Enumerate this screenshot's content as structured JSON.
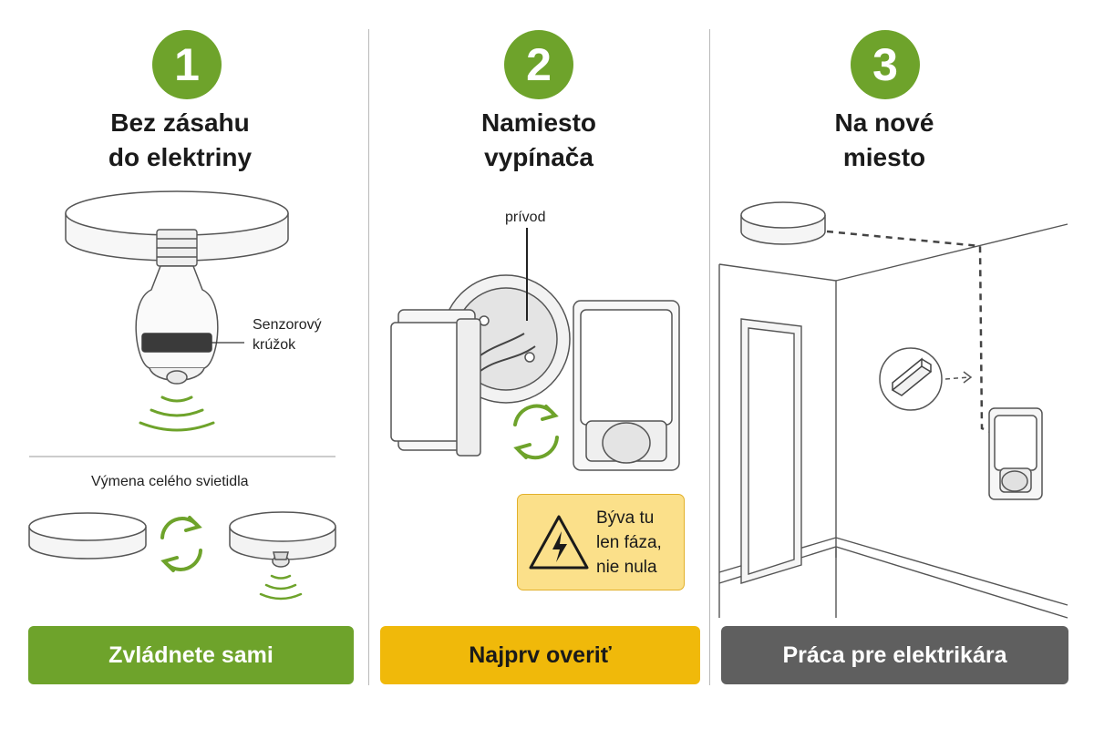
{
  "panels": [
    {
      "number": "1",
      "title_line1": "Bez zásahu",
      "title_line2": "do elektriny",
      "sensor_label_line1": "Senzorový",
      "sensor_label_line2": "krúžok",
      "sub_caption": "Výmena celého svietidla",
      "banner": "Zvládnete sami"
    },
    {
      "number": "2",
      "title_line1": "Namiesto",
      "title_line2": "vypínača",
      "wire_label": "prívod",
      "warning_line1": "Býva tu",
      "warning_line2": "len fáza,",
      "warning_line3": "nie nula",
      "banner": "Najprv overiť"
    },
    {
      "number": "3",
      "title_line1": "Na nové",
      "title_line2": "miesto",
      "banner": "Práca pre elektrikára"
    }
  ],
  "colors": {
    "green": "#6ea32b",
    "yellow": "#f0b90a",
    "gray": "#5f5f5f",
    "warning_bg": "#fbe08a"
  }
}
